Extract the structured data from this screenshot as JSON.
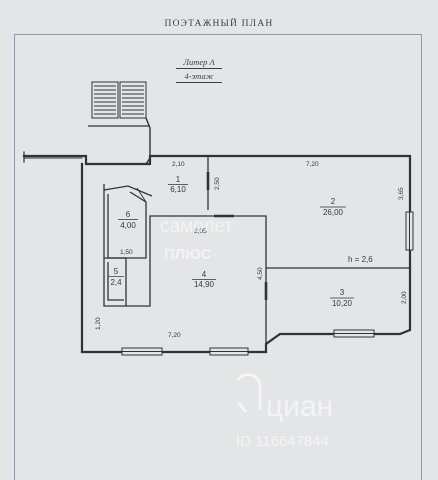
{
  "header": {
    "title": "ПОЭТАЖНЫЙ   ПЛАН",
    "liter": "Литер А",
    "floor": "4-этаж"
  },
  "rooms": [
    {
      "number": "1",
      "area": "6,10"
    },
    {
      "number": "2",
      "area": "26,00"
    },
    {
      "number": "3",
      "area": "10,20"
    },
    {
      "number": "4",
      "area": "14,90"
    },
    {
      "number": "5",
      "area": "2,4"
    },
    {
      "number": "6",
      "area": "4,00"
    }
  ],
  "dimensions": {
    "corridor_top": "2,10",
    "room2_top": "7,20",
    "corridor_right": "2,50",
    "room2_right": "3,65",
    "inner_top": "3,05",
    "room6_bottom": "1,50",
    "room4_right": "4,50",
    "room3_right": "2,00",
    "left_bottom": "1,20",
    "bottom": "7,20"
  },
  "ceiling_height": "h = 2,6",
  "watermarks": {
    "top_brand": "самолет",
    "top_brand_sub": "ПЛЮС",
    "bottom_brand": "циан",
    "bottom_id": "ID 116647844"
  },
  "colors": {
    "paper": "#e3e5e7",
    "line": "#2f3338",
    "frame": "#8e9aa6"
  }
}
